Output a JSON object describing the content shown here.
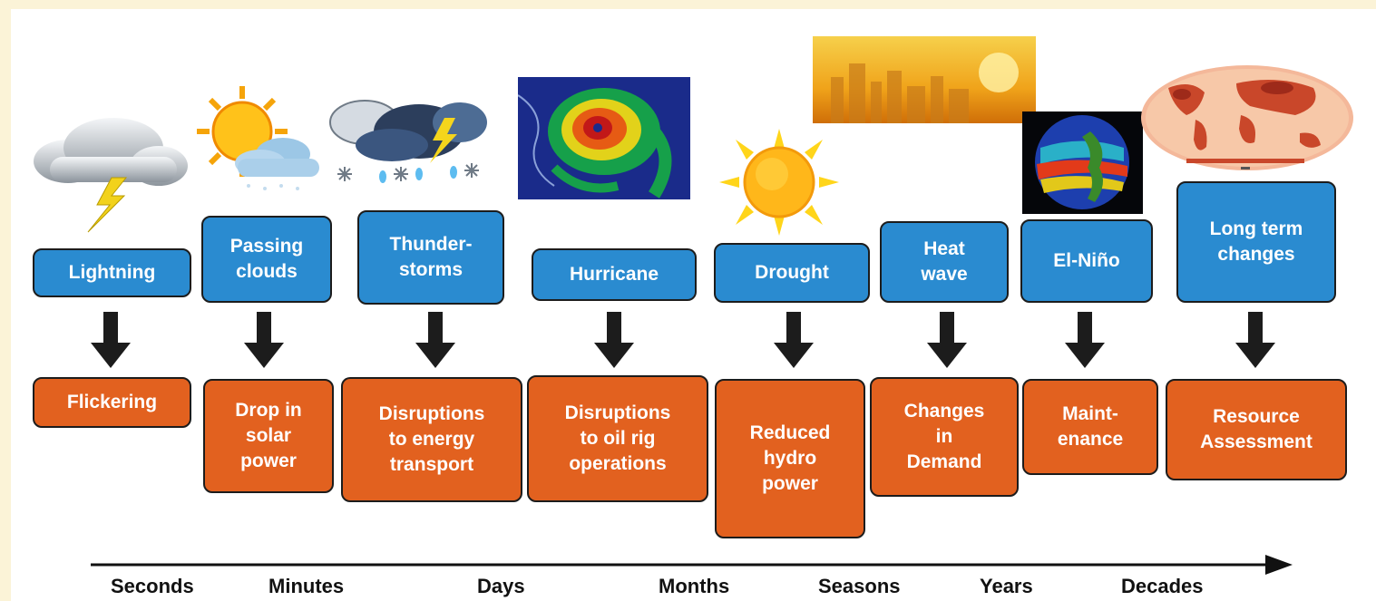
{
  "events": [
    "Lightning",
    "Passing\nclouds",
    "Thunder-\nstorms",
    "Hurricane",
    "Drought",
    "Heat\nwave",
    "El-Niño",
    "Long term\nchanges"
  ],
  "impacts": [
    "Flickering",
    "Drop in\nsolar\npower",
    "Disruptions\nto energy\ntransport",
    "Disruptions\nto oil rig\noperations",
    "Reduced\nhydro\npower",
    "Changes\nin\nDemand",
    "Maint-\nenance",
    "Resource\nAssessment"
  ],
  "timescale": [
    "Seconds",
    "Minutes",
    "Days",
    "Months",
    "Seasons",
    "Years",
    "Decades"
  ],
  "icons": [
    "lightning-cloud-icon",
    "sun-and-cloud-icon",
    "thunderstorm-cloud-icon",
    "hurricane-satellite-image",
    "sun-icon",
    "heat-haze-city-image",
    "el-nino-globe-image",
    "world-temperature-map-image"
  ],
  "colors": {
    "event_box": "#2a8bd0",
    "impact_box": "#e2611f",
    "arrow": "#1c1c1c",
    "background": "#fbf3d7"
  }
}
